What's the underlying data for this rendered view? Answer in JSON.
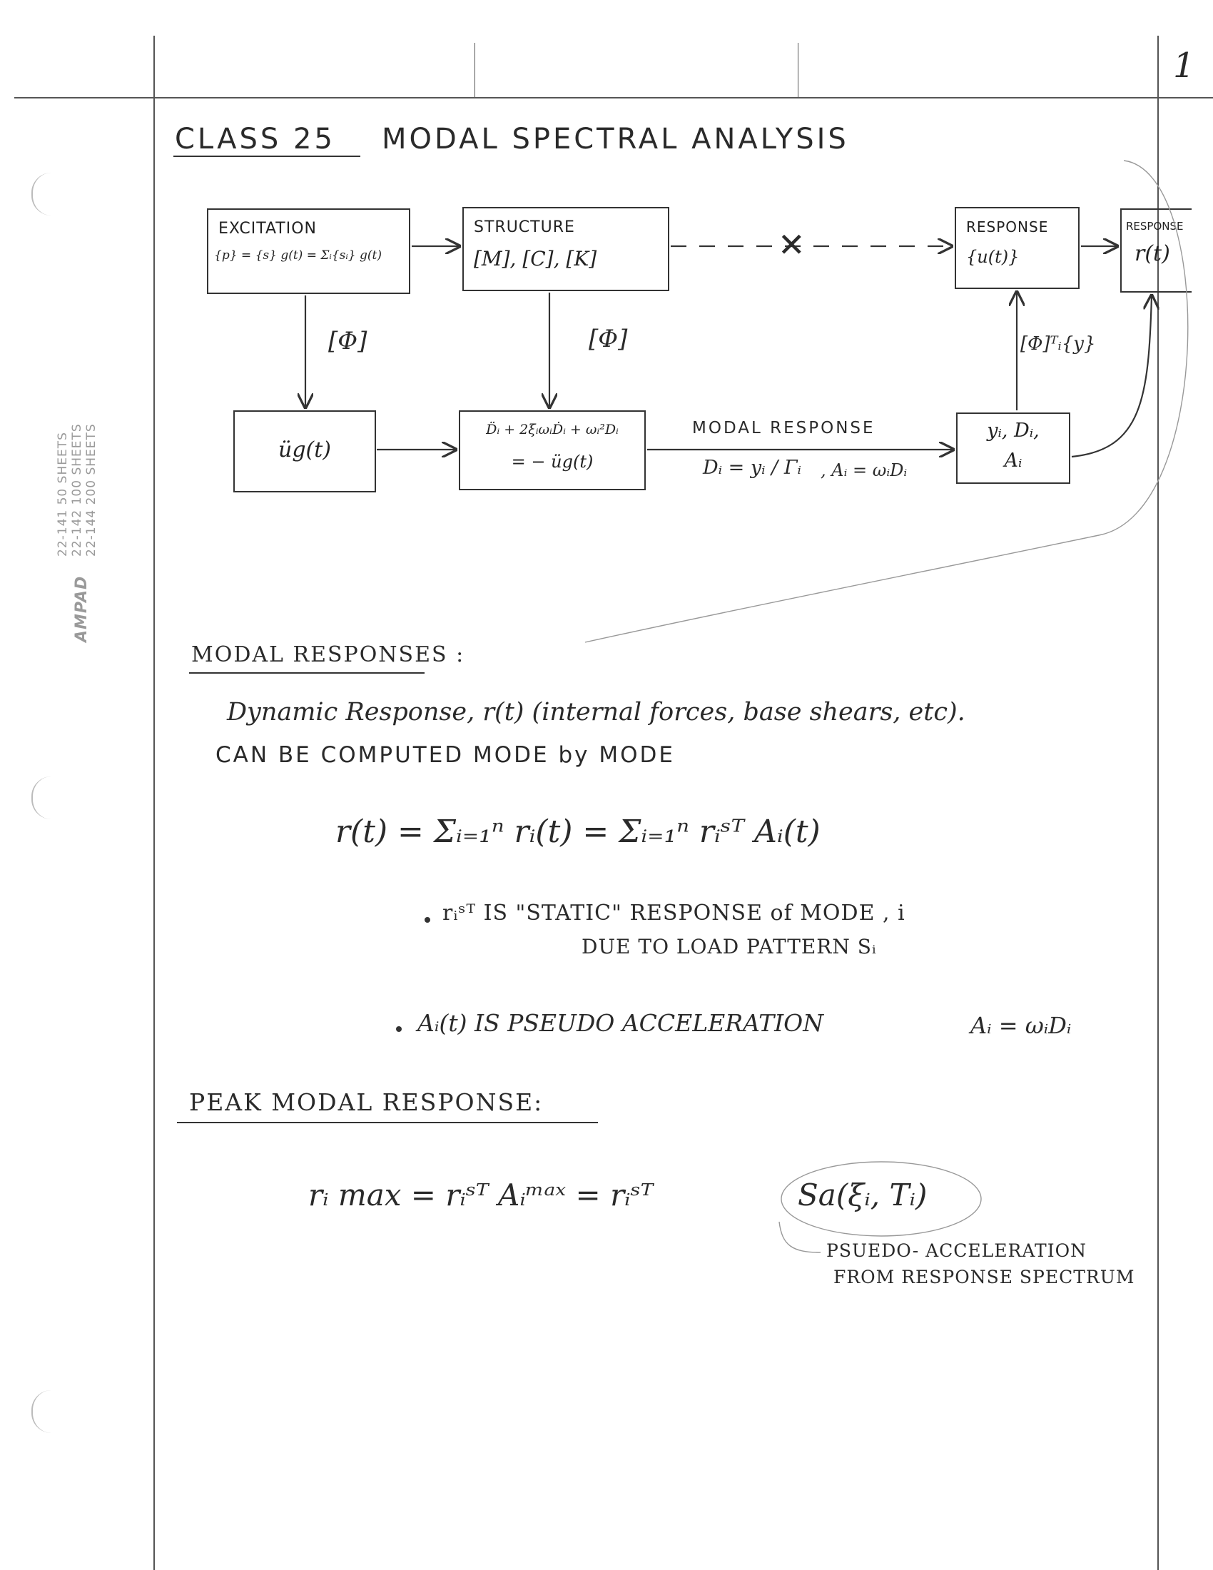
{
  "page": {
    "number": "1"
  },
  "margin_imprint": {
    "brand": "AMPAD",
    "lines": [
      "22-141   50 SHEETS",
      "22-142  100 SHEETS",
      "22-144  200 SHEETS"
    ]
  },
  "title": {
    "class_label": "CLASS 25",
    "subject": "MODAL SPECTRAL ANALYSIS"
  },
  "diagram": {
    "excitation": {
      "heading": "EXCITATION",
      "formula": "{p} = {s} g(t) = Σᵢ{sᵢ} g(t)"
    },
    "structure": {
      "heading": "STRUCTURE",
      "formula": "[M], [C], [K]"
    },
    "response": {
      "heading": "RESPONSE",
      "formula": "{u(t)}"
    },
    "response_r": {
      "heading": "RESPONSE",
      "formula": "r(t)"
    },
    "cross_mark": "✕",
    "phi_left": "[Φ]",
    "phi_mid": "[Φ]",
    "phi_right": "[Φ]ᵀᵢ{y}",
    "ground": {
      "formula": "üg(t)"
    },
    "modal_eq": {
      "line1": "D̈ᵢ + 2ξᵢωᵢḊᵢ + ωᵢ²Dᵢ",
      "line2": "= − üg(t)"
    },
    "modal_response": {
      "label": "MODAL RESPONSE",
      "d_eq": "Dᵢ = yᵢ / Γᵢ",
      "a_eq": ", Aᵢ = ωᵢDᵢ"
    },
    "modal_out": {
      "line1": "yᵢ, Dᵢ,",
      "line2": "Aᵢ"
    }
  },
  "section1": {
    "heading": "MODAL RESPONSES :",
    "line1": "Dynamic Response, r(t)  (internal forces, base shears, etc).",
    "line2": "CAN BE COMPUTED MODE by MODE",
    "equation": "r(t) = Σᵢ₌₁ⁿ rᵢ(t) = Σᵢ₌₁ⁿ rᵢˢᵀ Aᵢ(t)",
    "bullet1_a": "rᵢˢᵀ  IS \"STATIC\" RESPONSE of MODE , i",
    "bullet1_b": "DUE TO LOAD PATTERN  Sᵢ",
    "bullet2": "Aᵢ(t)  IS  PSEUDO ACCELERATION",
    "bullet2_eq": "Aᵢ = ωᵢDᵢ"
  },
  "section2": {
    "heading": "PEAK MODAL RESPONSE:",
    "equation_left": "rᵢ max = rᵢˢᵀ Aᵢᵐᵃˣ = rᵢˢᵀ",
    "equation_circled": "Sa(ξᵢ, Tᵢ)",
    "note_line1": "PSUEDO- ACCELERATION",
    "note_line2": "FROM RESPONSE SPECTRUM"
  }
}
